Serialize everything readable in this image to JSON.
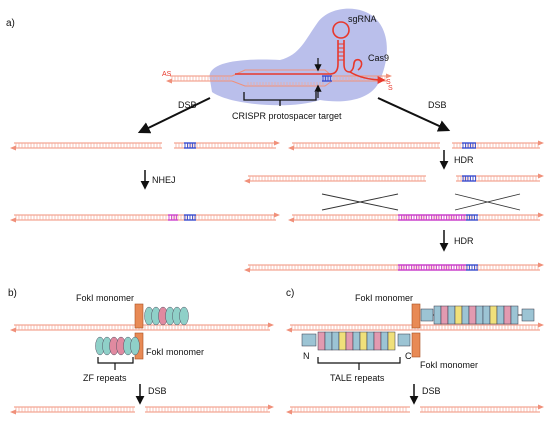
{
  "panels": {
    "a": "a)",
    "b": "b)",
    "c": "c)"
  },
  "labels": {
    "sgrna": "sgRNA",
    "cas9": "Cas9",
    "strand_as": "AS",
    "strand_s": "S",
    "end_s": "S",
    "protospacer": "CRISPR protospacer target",
    "dsb_left": "DSB",
    "dsb_right": "DSB",
    "nhej": "NHEJ",
    "hdr_1": "HDR",
    "hdr_2": "HDR",
    "fokl_b_top": "FokI monomer",
    "fokl_b_bottom": "FokI monomer",
    "zf_repeats": "ZF repeats",
    "dsb_b": "DSB",
    "fokl_c_top": "FokI monomer",
    "fokl_c_bottom": "FokI monomer",
    "tale_repeats": "TALE repeats",
    "n_term": "N",
    "c_term": "C",
    "dsb_c": "DSB"
  },
  "colors": {
    "dna": "#f0907a",
    "dna_tick": "#f4a898",
    "cas9_blob": "#aeb4e8",
    "guide": "#e8382c",
    "pam": "#3a4ccc",
    "donor": "#cc44cc",
    "fokl": "#e88a55",
    "zf": [
      "#8fd0c8",
      "#e08aa0"
    ],
    "tale": [
      "#9cc4d4",
      "#f0e07a",
      "#e29ab0"
    ]
  }
}
